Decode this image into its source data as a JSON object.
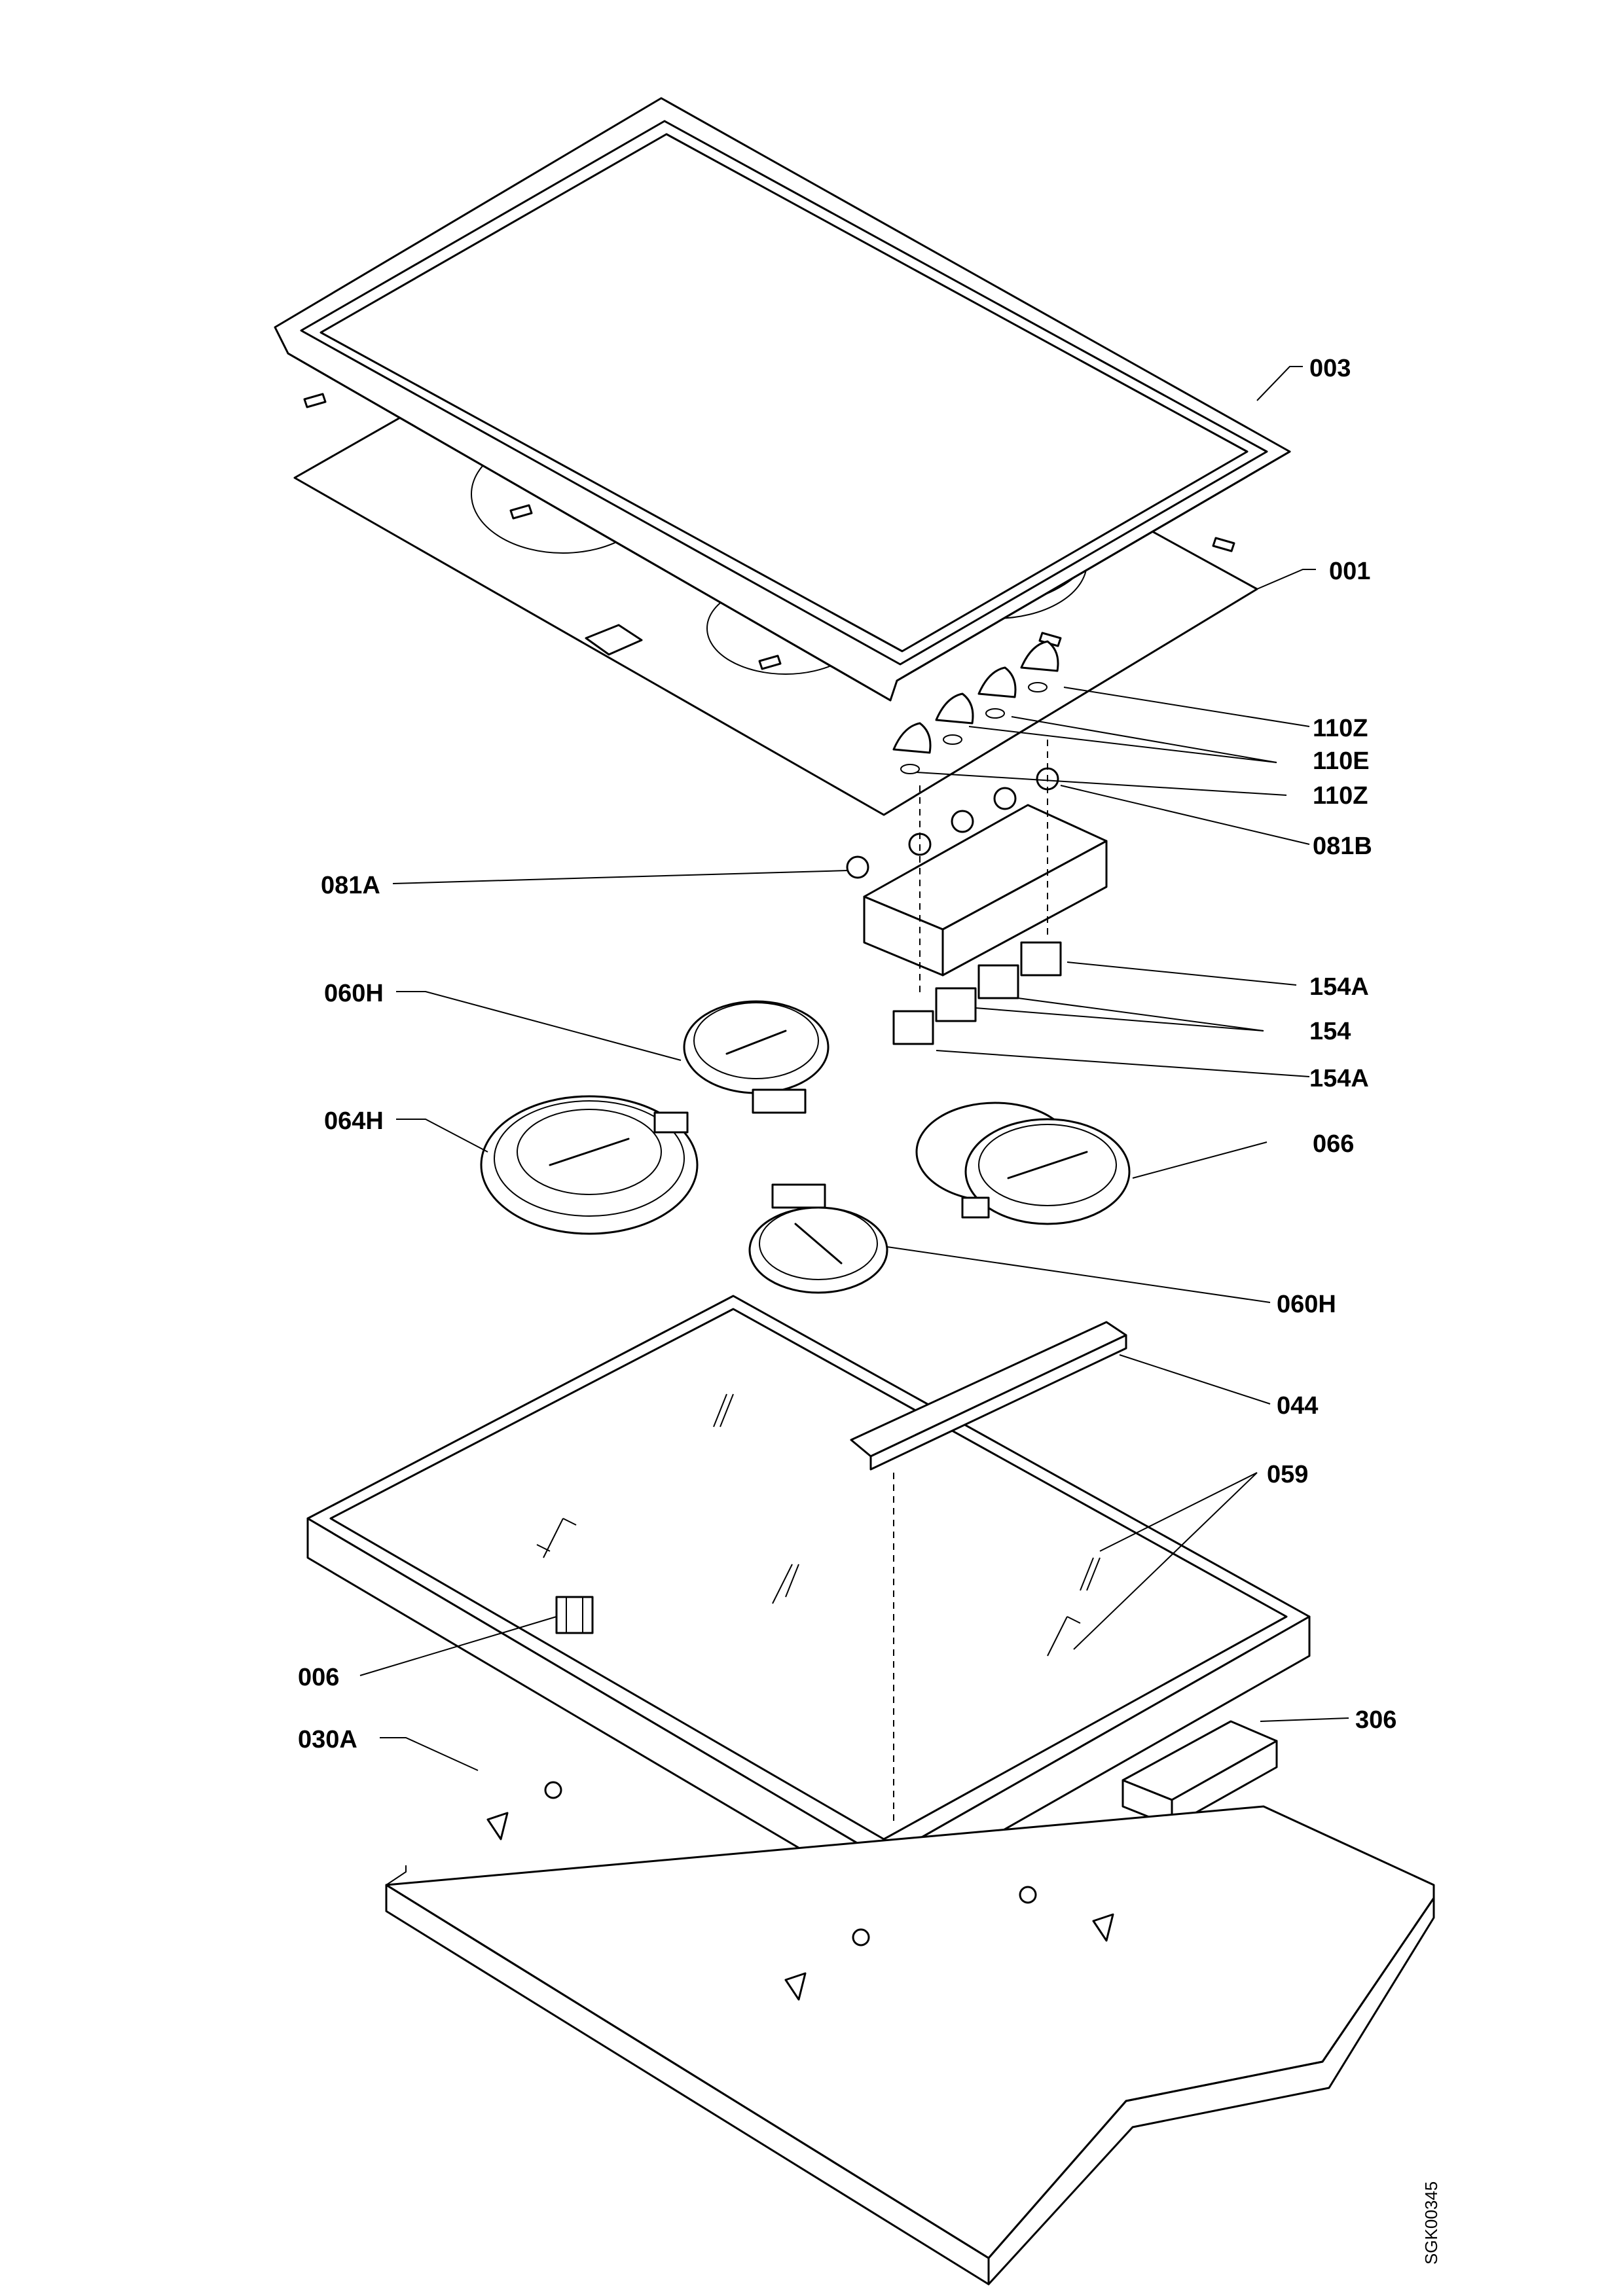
{
  "labels": {
    "l003": "003",
    "l001": "001",
    "l110Z_top": "110Z",
    "l110E": "110E",
    "l110Z_bottom": "110Z",
    "l081B": "081B",
    "l081A": "081A",
    "l154A_top": "154A",
    "l154": "154",
    "l154A_bottom": "154A",
    "l060H_top": "060H",
    "l064H": "064H",
    "l066": "066",
    "l060H_bottom": "060H",
    "l044": "044",
    "l059": "059",
    "l006": "006",
    "l030A": "030A",
    "l306": "306"
  },
  "drawing_code": "SGK00345"
}
